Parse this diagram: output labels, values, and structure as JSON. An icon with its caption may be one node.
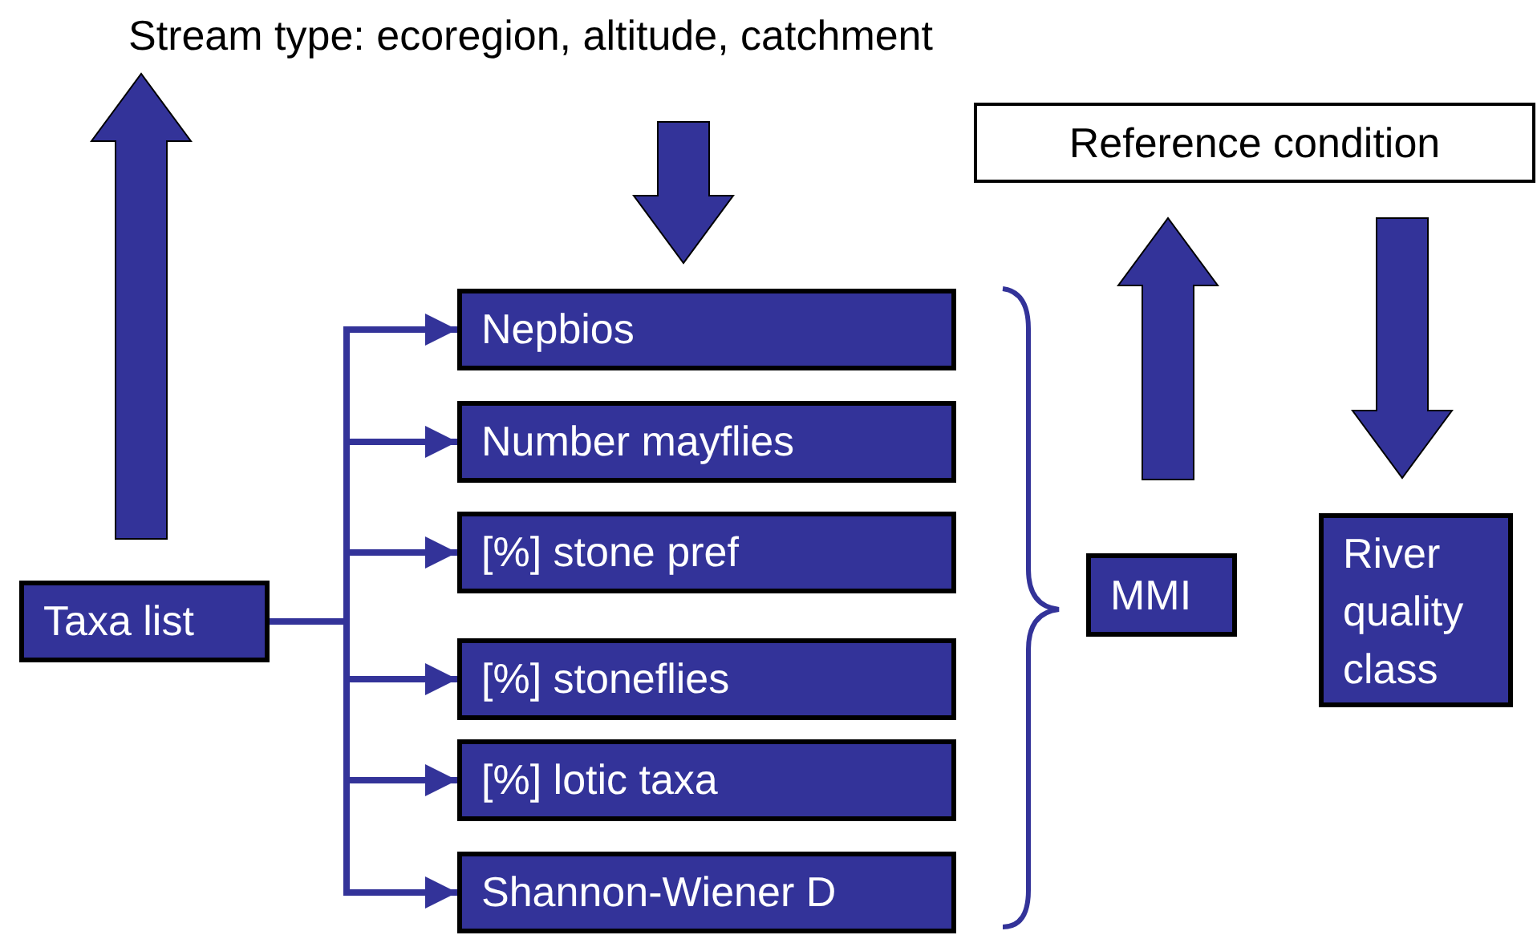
{
  "diagram": {
    "nodes": [
      {
        "text": [
          "Stream type: ecoregion, altitude, catchment"
        ]
      },
      {
        "text": [
          "Reference condition"
        ]
      },
      {
        "text": [
          "Nepbios"
        ]
      },
      {
        "text": [
          "Number mayflies"
        ]
      },
      {
        "text": [
          "[%] stone pref"
        ]
      },
      {
        "text": [
          "[%] stoneflies"
        ]
      },
      {
        "text": [
          "[%] lotic taxa"
        ]
      },
      {
        "text": [
          "Shannon-Wiener D"
        ]
      },
      {
        "text": [
          "Taxa list"
        ]
      },
      {
        "text": [
          "MMI"
        ]
      },
      {
        "text": [
          "River quality class"
        ]
      }
    ],
    "edges": [
      {
        "from": 8,
        "to": 0,
        "arrow": "to",
        "style": "thick"
      },
      {
        "from": 0,
        "to": 2,
        "arrow": "to",
        "style": "thick"
      },
      {
        "from": 9,
        "to": 1,
        "arrow": "to",
        "style": "thick"
      },
      {
        "from": 1,
        "to": 10,
        "arrow": "to",
        "style": "thick"
      },
      {
        "from": 8,
        "to": 2,
        "arrow": "to"
      },
      {
        "from": 8,
        "to": 3,
        "arrow": "to"
      },
      {
        "from": 8,
        "to": 4,
        "arrow": "to"
      },
      {
        "from": 8,
        "to": 5,
        "arrow": "to"
      },
      {
        "from": 8,
        "to": 6,
        "arrow": "to"
      },
      {
        "from": 8,
        "to": 7,
        "arrow": "to"
      }
    ]
  }
}
